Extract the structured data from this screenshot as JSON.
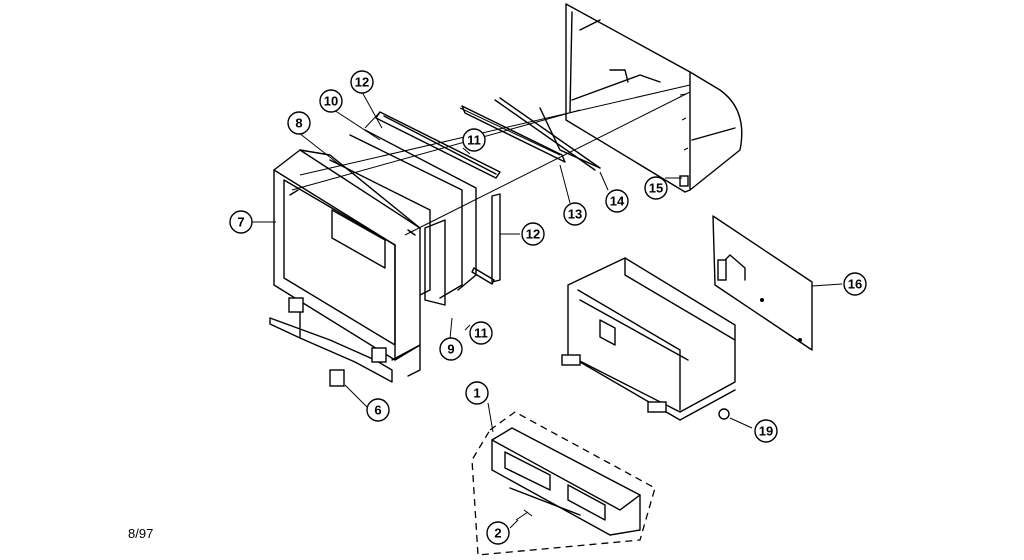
{
  "diagram": {
    "date_code": "8/97",
    "callouts": [
      "1",
      "2",
      "6",
      "7",
      "8",
      "9",
      "10",
      "11",
      "11",
      "12",
      "12",
      "13",
      "14",
      "15",
      "16",
      "19"
    ]
  }
}
